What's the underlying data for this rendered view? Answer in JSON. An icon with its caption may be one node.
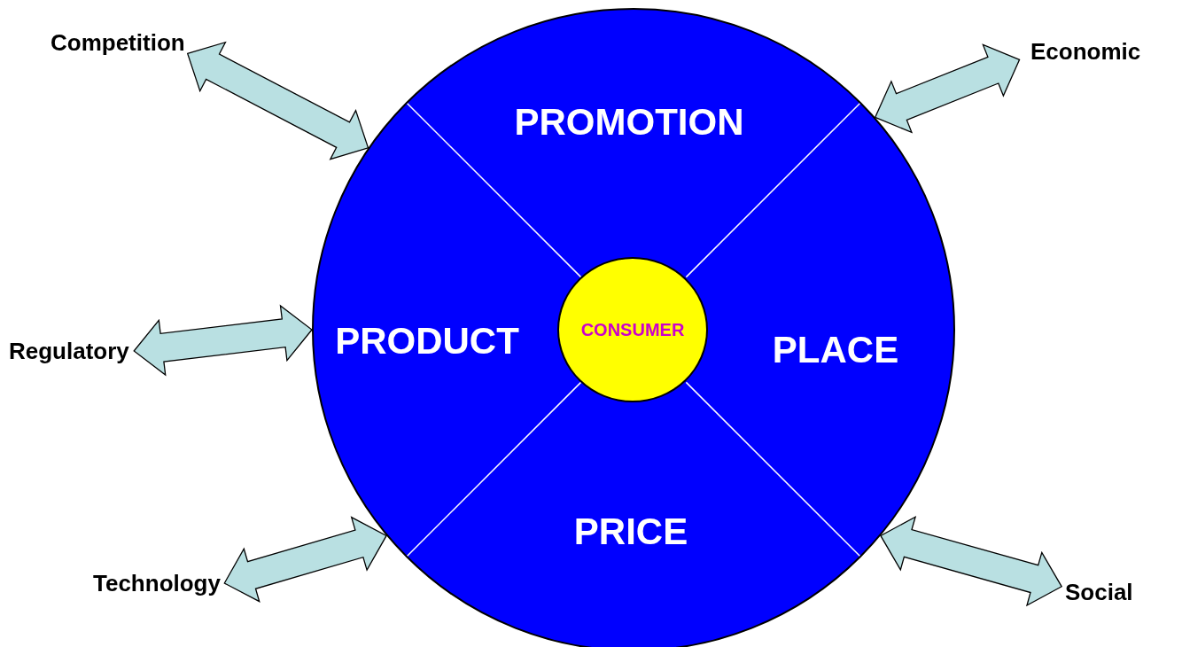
{
  "diagram": {
    "nodes": [
      {
        "text": [
          "Competition"
        ]
      },
      {
        "text": [
          "Economic"
        ]
      },
      {
        "text": [],
        "shape": "circle"
      },
      {
        "text": [
          "PROMOTION"
        ],
        "in": 2
      },
      {
        "text": [
          "PRODUCT"
        ],
        "in": 2
      },
      {
        "text": [
          "CONSUMER"
        ],
        "in": 2
      },
      {
        "text": [
          "PLACE"
        ],
        "in": 2
      },
      {
        "text": [
          "PRICE"
        ],
        "in": 2
      },
      {
        "text": [
          "Regulatory"
        ]
      },
      {
        "text": [
          "Technology"
        ]
      },
      {
        "text": [
          "Social"
        ]
      }
    ],
    "edges": [
      {
        "from": 0,
        "to": 2,
        "arrow": "both"
      },
      {
        "from": 1,
        "to": 2,
        "arrow": "both"
      },
      {
        "from": 8,
        "to": 2,
        "arrow": "both"
      },
      {
        "from": 9,
        "to": 2,
        "arrow": "both"
      },
      {
        "from": 10,
        "to": 2,
        "arrow": "both"
      }
    ]
  }
}
